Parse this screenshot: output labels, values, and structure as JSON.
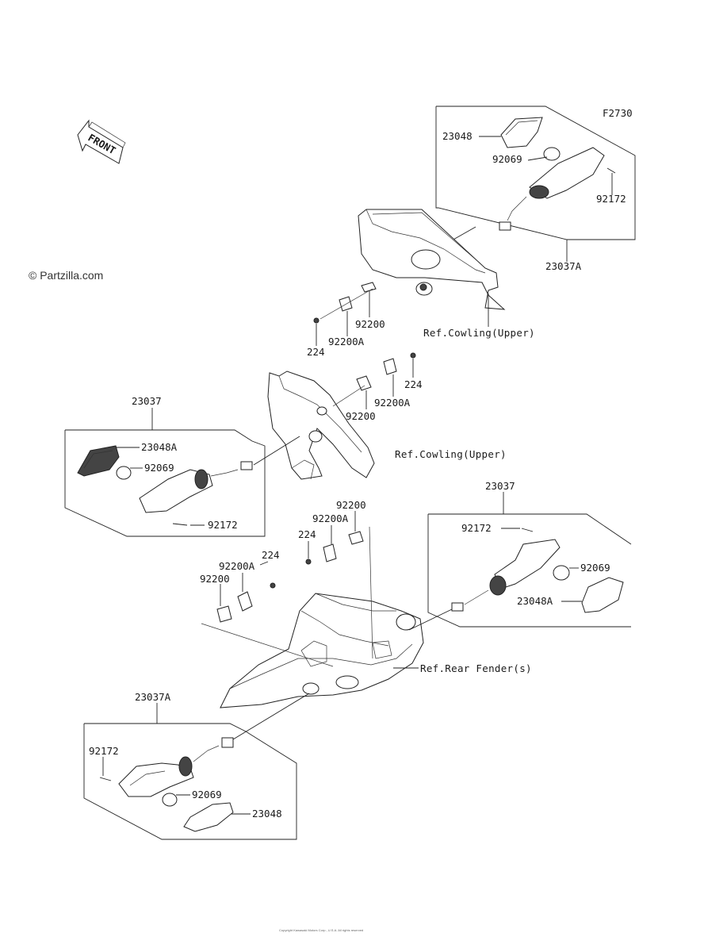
{
  "figure_id": "F2730",
  "watermark": "© Partzilla.com",
  "front_label": "FRONT",
  "refs": {
    "cowling_upper_1": "Ref.Cowling(Upper)",
    "cowling_upper_2": "Ref.Cowling(Upper)",
    "rear_fender": "Ref.Rear Fender(s)"
  },
  "assemblies": {
    "front_right": {
      "assembly": "23037A",
      "lens": "23048",
      "bulb": "92069",
      "screw": "92172"
    },
    "front_left": {
      "assembly": "23037",
      "lens": "23048A",
      "bulb": "92069",
      "screw": "92172"
    },
    "rear_right": {
      "assembly": "23037",
      "lens": "23048A",
      "bulb": "92069",
      "screw": "92172"
    },
    "rear_left": {
      "assembly": "23037A",
      "lens": "23048",
      "bulb": "92069",
      "screw": "92172"
    }
  },
  "hardware": {
    "upper_bracket": "92200",
    "upper_nutplate": "92200A",
    "upper_nut": "224",
    "mid_bracket": "92200",
    "mid_nutplate": "92200A",
    "mid_nut": "224",
    "rear_r_bracket": "92200",
    "rear_r_nutplate": "92200A",
    "rear_r_nut": "224",
    "rear_l_nut": "224",
    "rear_l_nutplate": "92200A",
    "rear_l_bracket": "92200"
  },
  "footer": "Copyright Kawasaki Motors Corp., U.S.A. All rights reserved"
}
